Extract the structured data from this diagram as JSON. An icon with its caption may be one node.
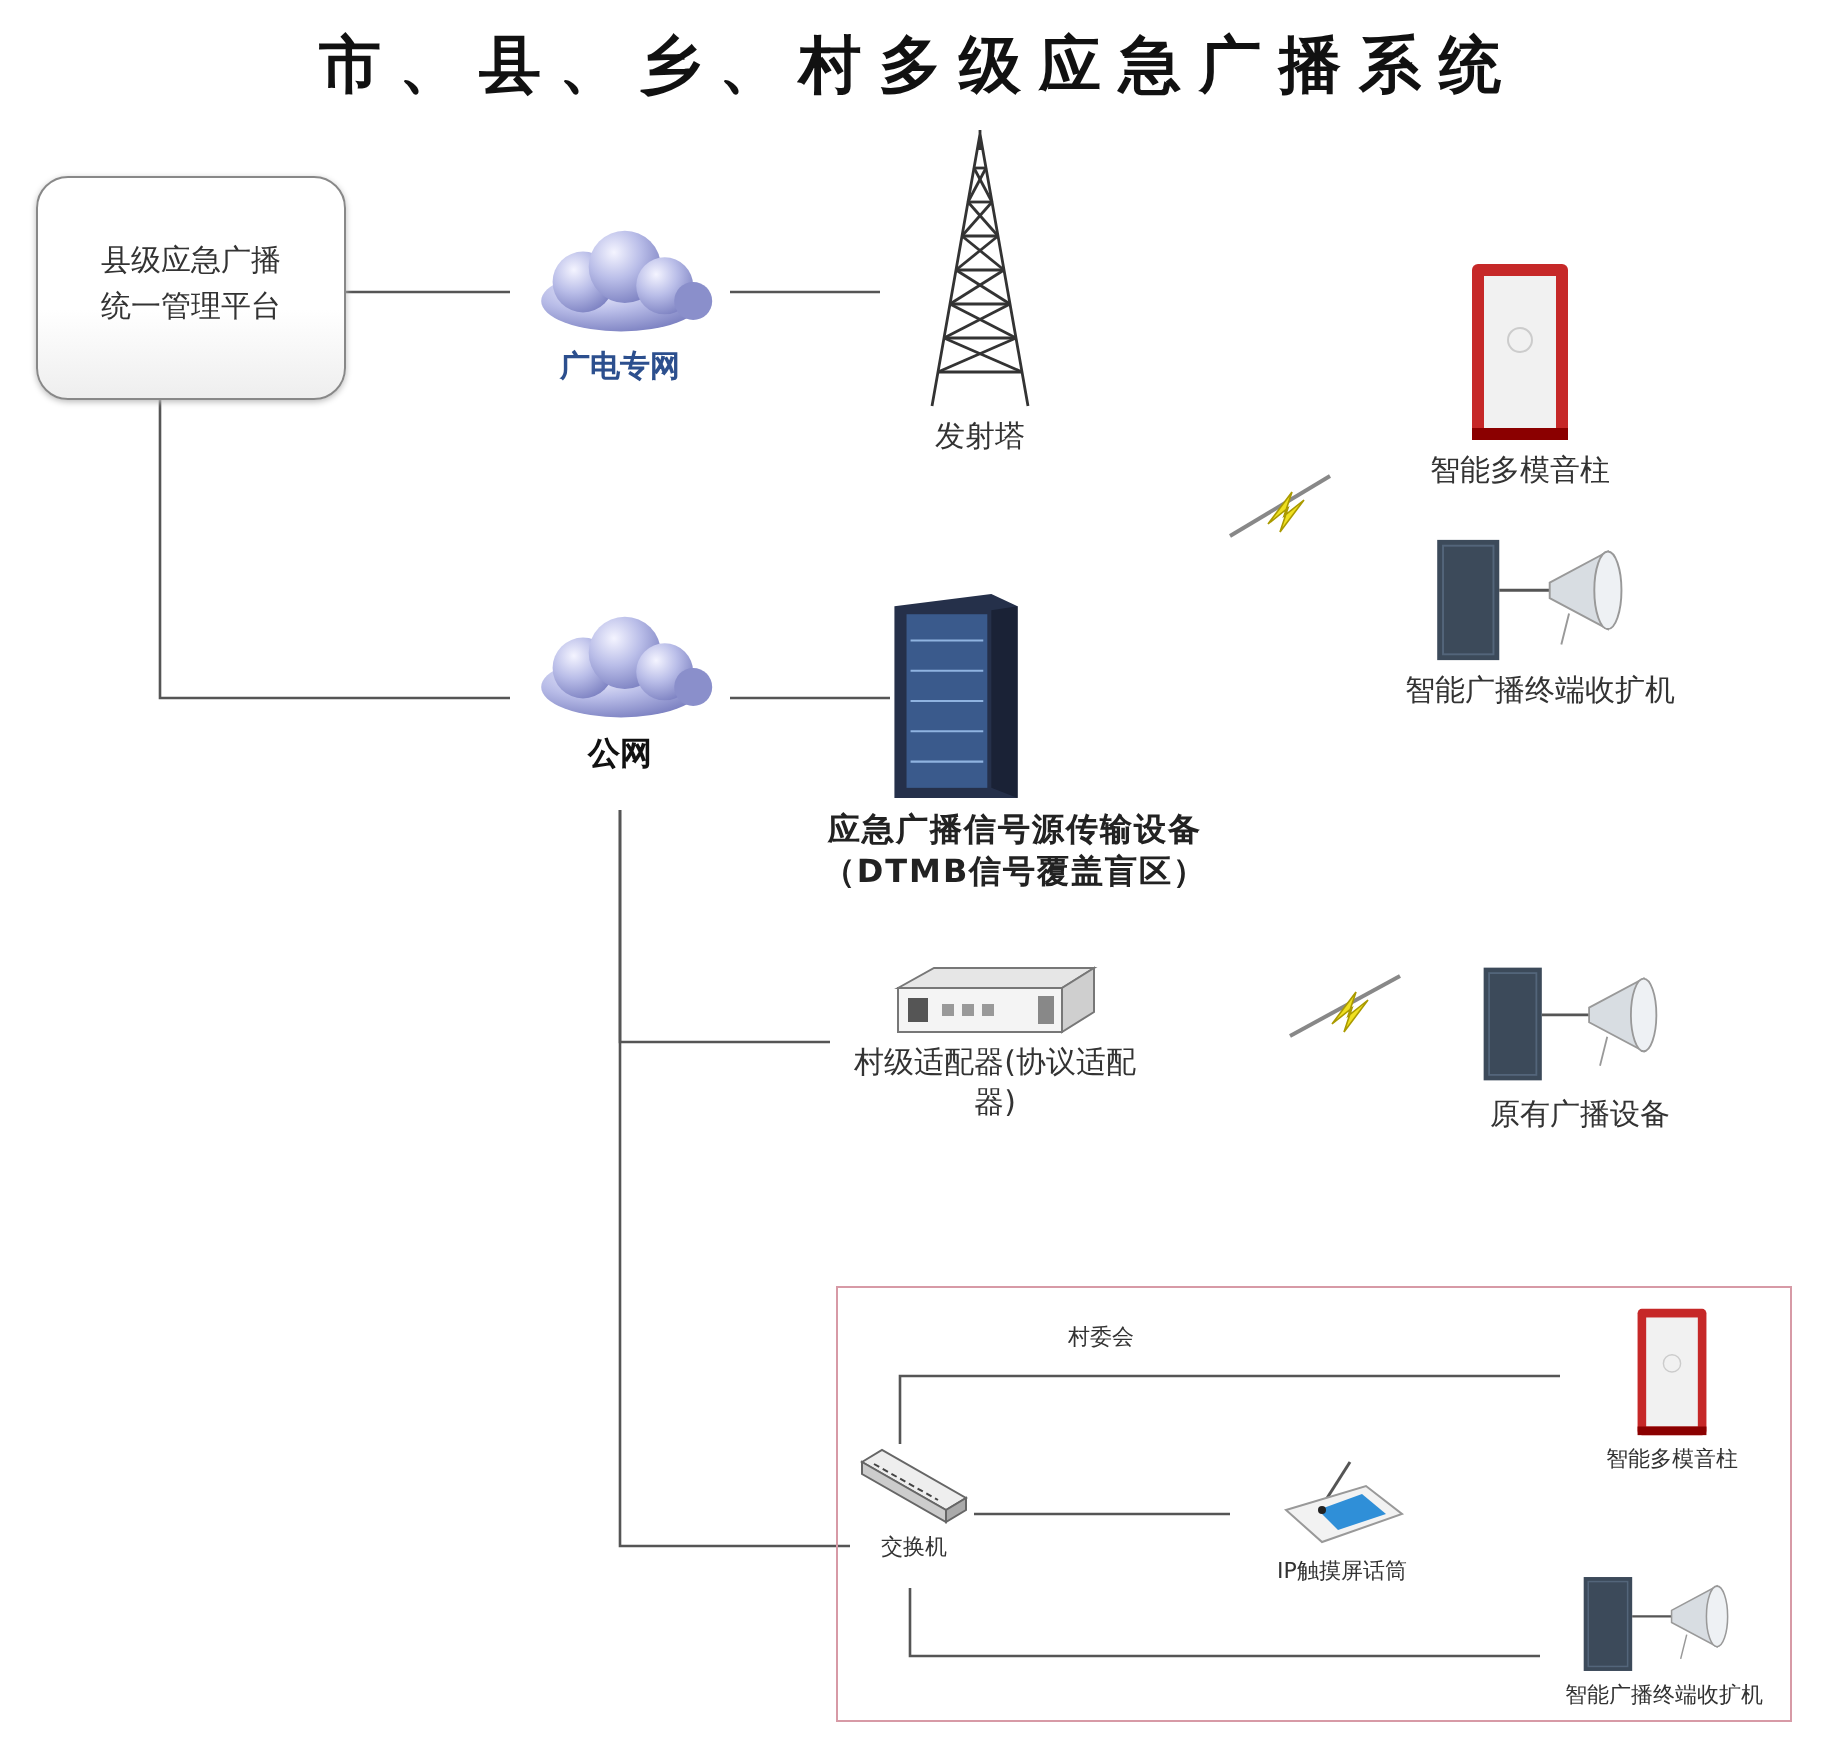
{
  "diagram": {
    "title": "市、县、乡、村多级应急广播系统",
    "nodes": [
      {
        "text": [
          "县级应急广播统一管理平台"
        ]
      },
      {
        "text": [
          "广电专网"
        ]
      },
      {
        "text": [
          "发射塔"
        ]
      },
      {
        "text": [
          "智能多模音柱"
        ]
      },
      {
        "text": [
          "智能广播终端收扩机"
        ]
      },
      {
        "text": [
          "公网"
        ]
      },
      {
        "text": [
          "应急广播信号源传输设备（DTMB信号覆盖盲区）"
        ]
      },
      {
        "text": [
          "村级适配器(协议适配器)"
        ]
      },
      {
        "text": [
          "原有广播设备"
        ]
      },
      {
        "text": [
          "村委会"
        ]
      },
      {
        "text": [
          "交换机"
        ],
        "in": 9
      },
      {
        "text": [
          "智能多模音柱"
        ],
        "in": 9
      },
      {
        "text": [
          "IP触摸屏话筒"
        ],
        "in": 9
      },
      {
        "text": [
          "智能广播终端收扩机"
        ],
        "in": 9
      }
    ],
    "edges": [
      {
        "from": 0,
        "to": 1,
        "arrow": "none"
      },
      {
        "from": 1,
        "to": 2,
        "arrow": "none"
      },
      {
        "from": 0,
        "to": 5,
        "arrow": "none"
      },
      {
        "from": 5,
        "to": 6,
        "arrow": "none"
      },
      {
        "from": 5,
        "to": 7,
        "arrow": "none"
      },
      {
        "from": 5,
        "to": 10,
        "arrow": "none"
      },
      {
        "from": 10,
        "to": 11,
        "arrow": "none"
      },
      {
        "from": 10,
        "to": 12,
        "arrow": "none"
      },
      {
        "from": 10,
        "to": 13,
        "arrow": "none"
      }
    ]
  }
}
